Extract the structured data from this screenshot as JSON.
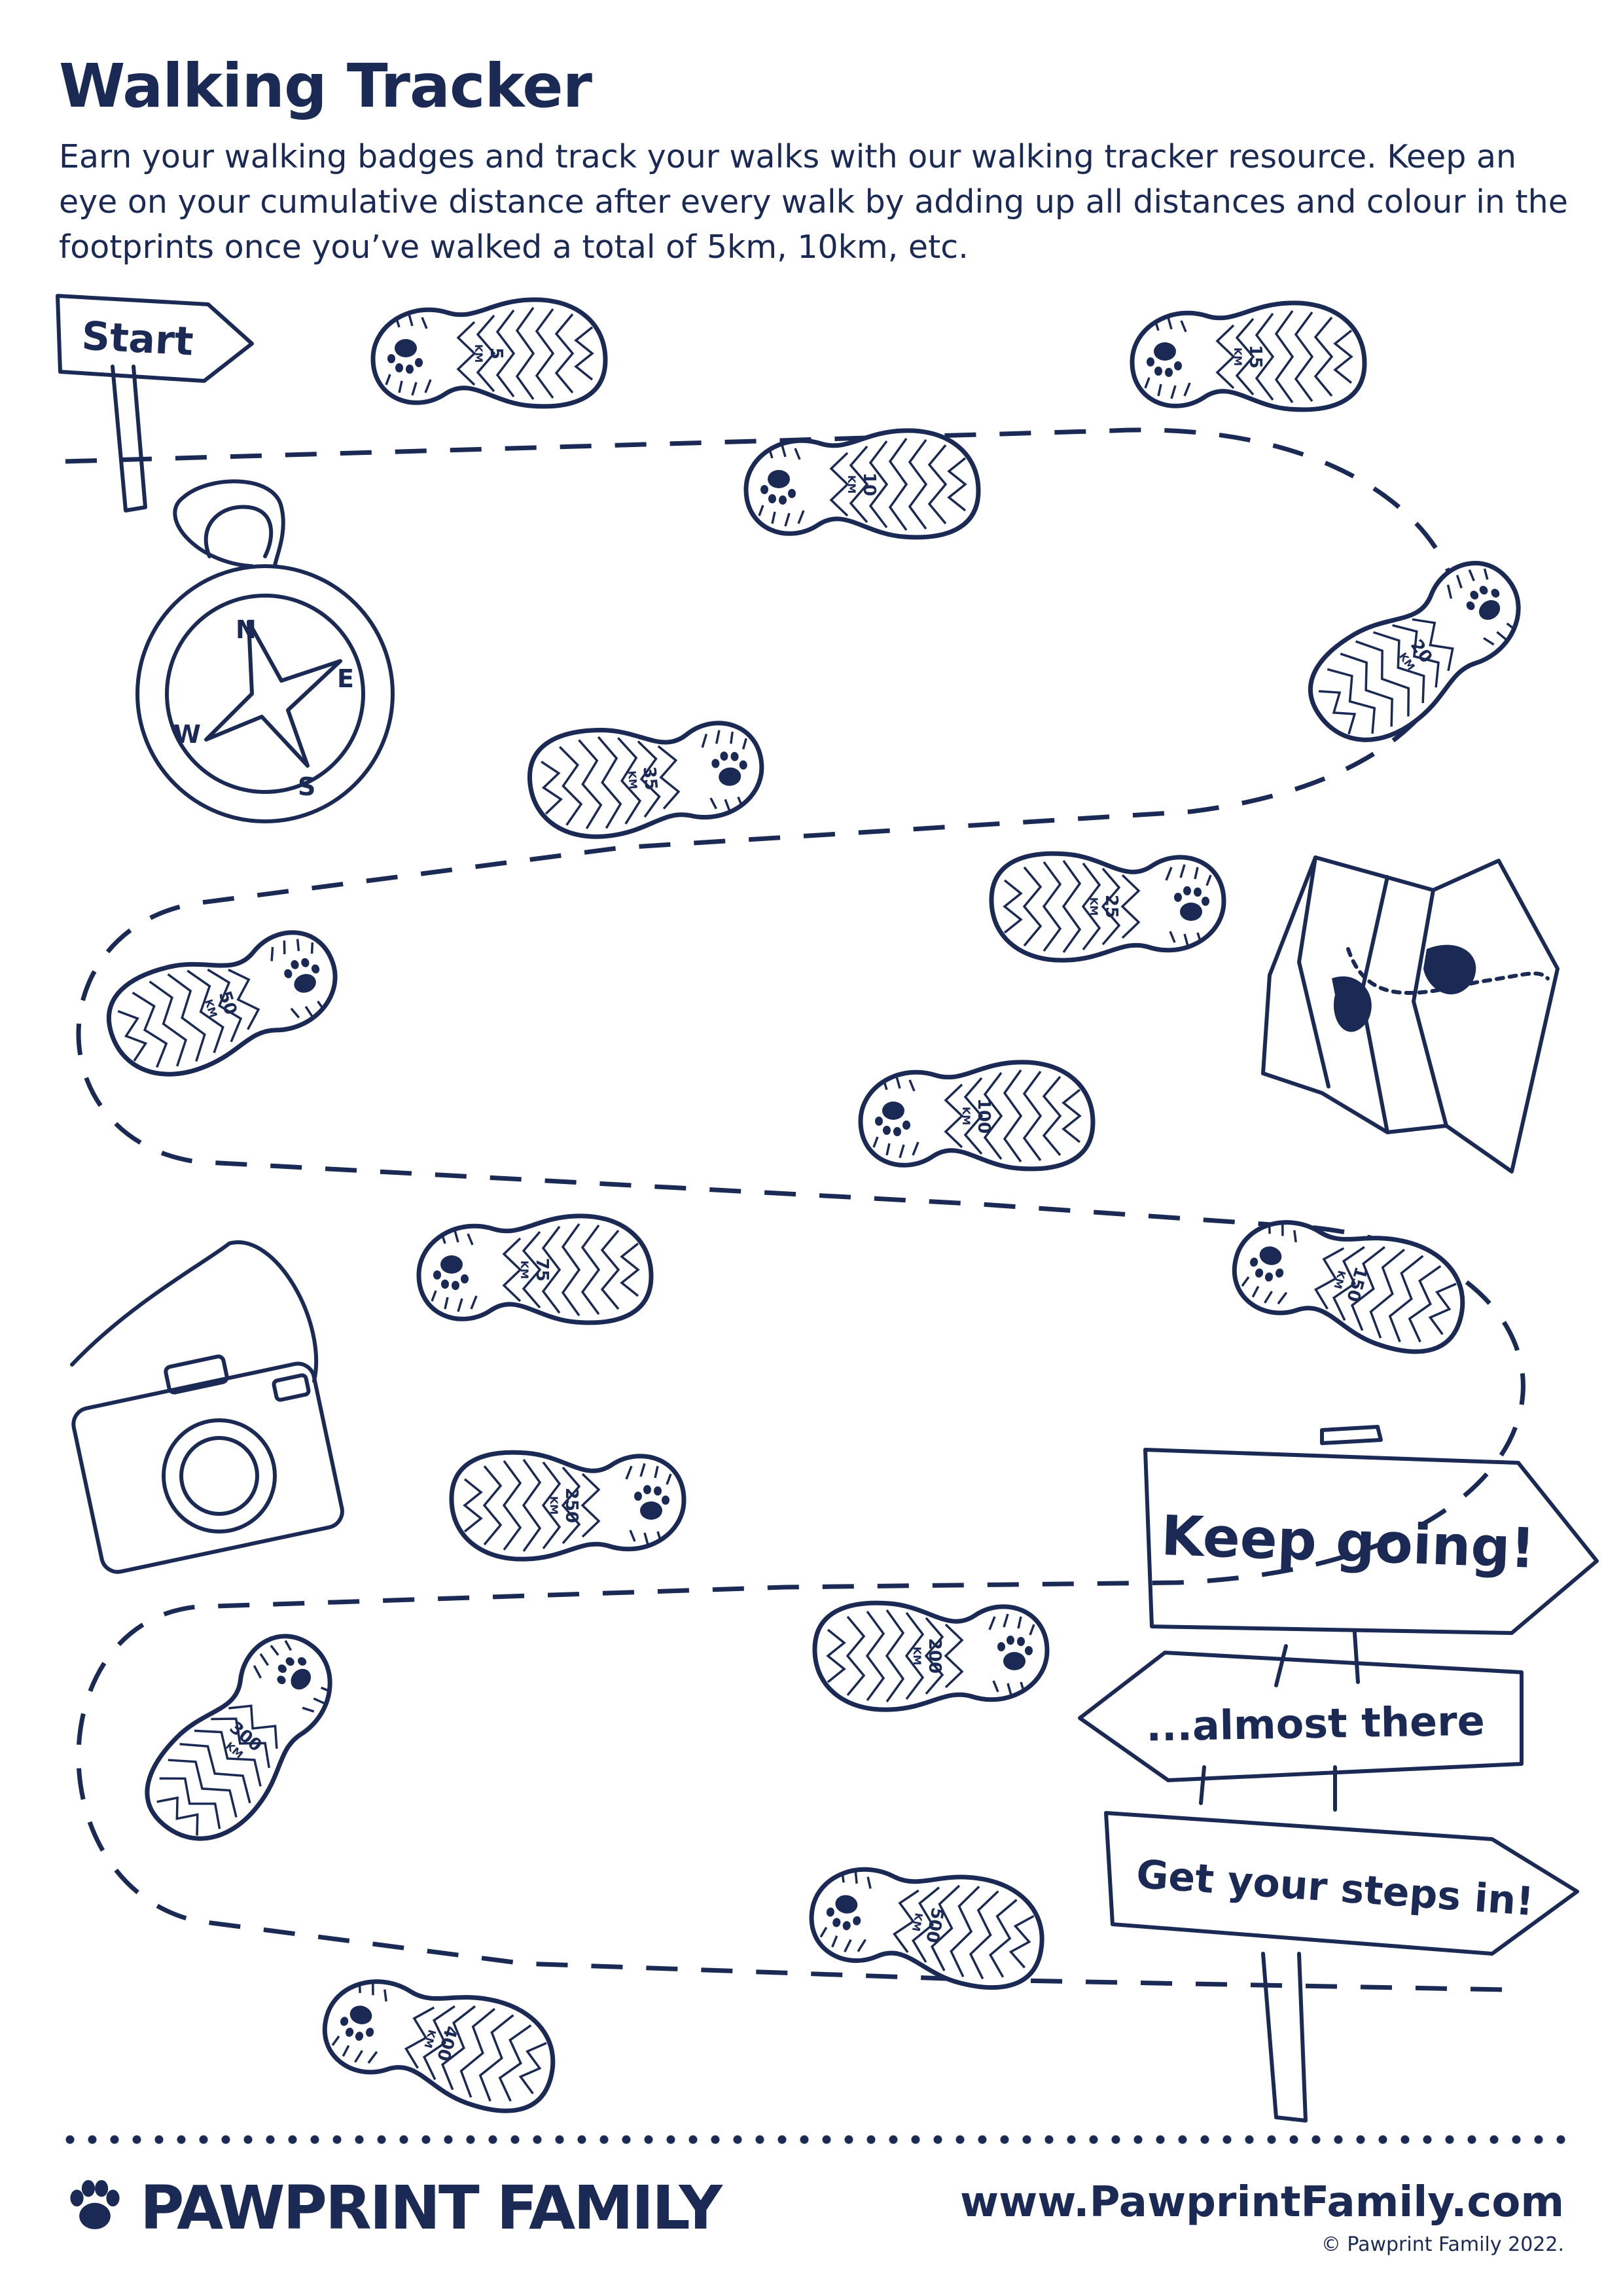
{
  "header": {
    "title": "Walking Tracker",
    "intro": "Earn your walking badges and track your walks with our walking tracker resource. Keep an eye on your cumulative distance after every walk by adding up all distances and colour in the footprints once you’ve walked a total of 5km, 10km, etc."
  },
  "start_sign": {
    "label": "Start"
  },
  "footprints": [
    {
      "value": "5",
      "unit": "KM"
    },
    {
      "value": "10",
      "unit": "KM"
    },
    {
      "value": "15",
      "unit": "KM"
    },
    {
      "value": "20",
      "unit": "KM"
    },
    {
      "value": "25",
      "unit": "KM"
    },
    {
      "value": "35",
      "unit": "KM"
    },
    {
      "value": "50",
      "unit": "KM"
    },
    {
      "value": "75",
      "unit": "KM"
    },
    {
      "value": "100",
      "unit": "KM"
    },
    {
      "value": "150",
      "unit": "KM"
    },
    {
      "value": "200",
      "unit": "KM"
    },
    {
      "value": "250",
      "unit": "KM"
    },
    {
      "value": "300",
      "unit": "KM"
    },
    {
      "value": "400",
      "unit": "KM"
    },
    {
      "value": "500",
      "unit": "KM"
    }
  ],
  "signpost": {
    "top": "Keep going!",
    "middle": "...almost there",
    "bottom": "Get your steps in!"
  },
  "icons": [
    "compass-icon",
    "map-icon",
    "camera-icon",
    "paw-icon"
  ],
  "footer": {
    "brand": "PAWPRINT FAMILY",
    "website": "www.PawprintFamily.com",
    "copyright": "© Pawprint Family 2022."
  },
  "colors": {
    "ink": "#1b2a55",
    "paper": "#ffffff"
  }
}
